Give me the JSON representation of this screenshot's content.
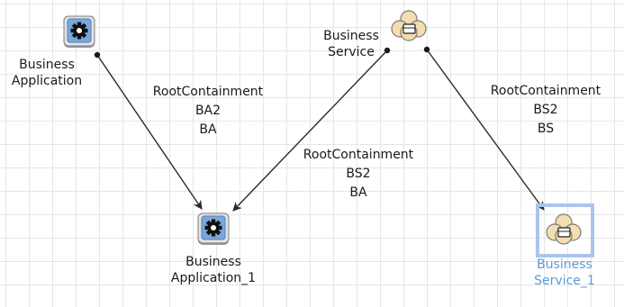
{
  "nodes": {
    "business_application": {
      "label_line1": "Business",
      "label_line2": "Application",
      "icon": "gear-icon"
    },
    "business_service": {
      "label_line1": "Business",
      "label_line2": "Service",
      "icon": "service-cloud-icon"
    },
    "business_application_1": {
      "label_line1": "Business",
      "label_line2": "Application_1",
      "icon": "gear-icon"
    },
    "business_service_1": {
      "label_line1": "Business",
      "label_line2": "Service_1",
      "icon": "service-cloud-icon",
      "selected": true
    }
  },
  "edges": [
    {
      "from": "Business Application",
      "to": "Business Application_1",
      "type": "RootContainment",
      "line2": "BA2",
      "line3": "BA"
    },
    {
      "from": "Business Service",
      "to": "Business Application_1",
      "type": "RootContainment",
      "line2": "BS2",
      "line3": "BA"
    },
    {
      "from": "Business Service",
      "to": "Business Service_1",
      "type": "RootContainment",
      "line2": "BS2",
      "line3": "BS"
    }
  ],
  "colors": {
    "grid": "#e6e6e6",
    "edge": "#2a2a2a",
    "selection": "#a9c6ea",
    "selected_label": "#5b9bd5",
    "gear_tile": "#7aa8dc"
  }
}
